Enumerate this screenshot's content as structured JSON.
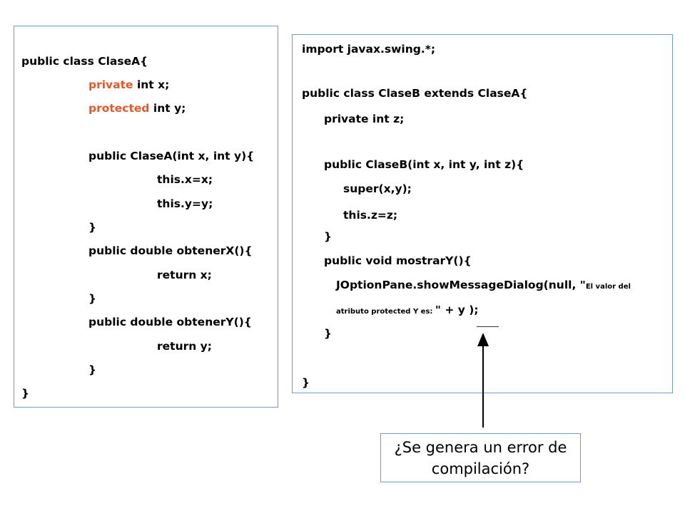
{
  "class_a": {
    "line1": "public class ClaseA{",
    "x_mod": "private",
    "x_rest": " int x;",
    "y_mod": "protected",
    "y_rest": " int y;",
    "ctor": "public ClaseA(int x, int y){",
    "assign_x": "this.x=x;",
    "assign_y": "this.y=y;",
    "close_ctor": "}",
    "getx": "public double obtenerX(){",
    "return_x": "return x;",
    "close_getx": "}",
    "gety": "public double obtenerY(){",
    "return_y": "return y;",
    "close_gety": "}",
    "close_class": "}"
  },
  "class_b": {
    "import": "import javax.swing.*;",
    "decl": "public class ClaseB extends ClaseA{",
    "field": "private int z;",
    "ctor": "public ClaseB(int x, int y, int z){",
    "super_call": "super(x,y);",
    "assign_z": "this.z=z;",
    "close_ctor": "}",
    "method": "public void mostrarY(){",
    "dialog_a": "JOptionPane.showMessageDialog(null, \"",
    "dialog_small_a": "El valor del",
    "dialog_small_b": "atributo protected Y es: ",
    "dialog_b": "\" + y );",
    "close_method": "}",
    "close_class": "}"
  },
  "callout": {
    "line1": "¿Se genera un error de",
    "line2": "compilación?"
  }
}
